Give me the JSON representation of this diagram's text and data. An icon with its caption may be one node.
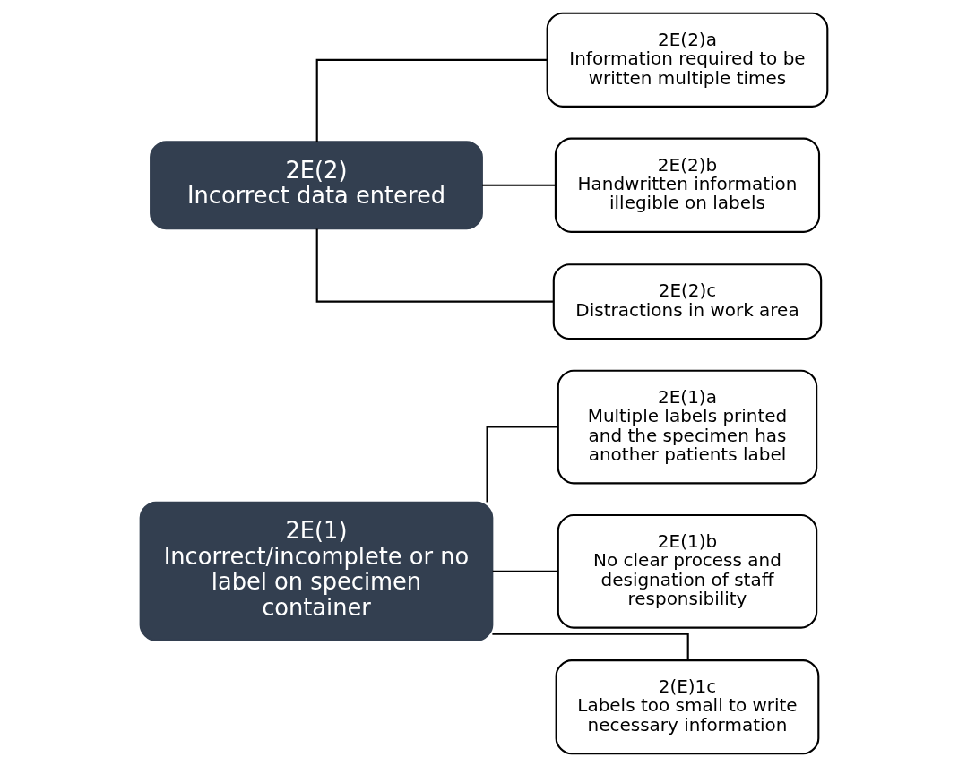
{
  "diagram": {
    "nodes": [
      {
        "text": [
          "2E(1)",
          "Incorrect/incomplete or no label on specimen container"
        ]
      },
      {
        "text": [
          "2E(1)a",
          "Multiple labels printed and the specimen has another patients label"
        ]
      },
      {
        "text": [
          "2E(1)b",
          "No clear process and designation of staff responsibility"
        ]
      },
      {
        "text": [
          "2(E)1c",
          "Labels too small to write necessary information"
        ]
      },
      {
        "text": [
          "2E(2)",
          "Incorrect data entered"
        ]
      },
      {
        "text": [
          "2E(2)a",
          "Information required to be written multiple times"
        ]
      },
      {
        "text": [
          "2E(2)b",
          "Handwritten information illegible on labels"
        ]
      },
      {
        "text": [
          "2E(2)c",
          "Distractions in work area"
        ]
      }
    ],
    "edges": [
      {
        "from": 0,
        "to": 1,
        "arrow": "none"
      },
      {
        "from": 0,
        "to": 2,
        "arrow": "none"
      },
      {
        "from": 0,
        "to": 3,
        "arrow": "none"
      },
      {
        "from": 4,
        "to": 5,
        "arrow": "none"
      },
      {
        "from": 4,
        "to": 6,
        "arrow": "none"
      },
      {
        "from": 4,
        "to": 7,
        "arrow": "none"
      }
    ]
  }
}
